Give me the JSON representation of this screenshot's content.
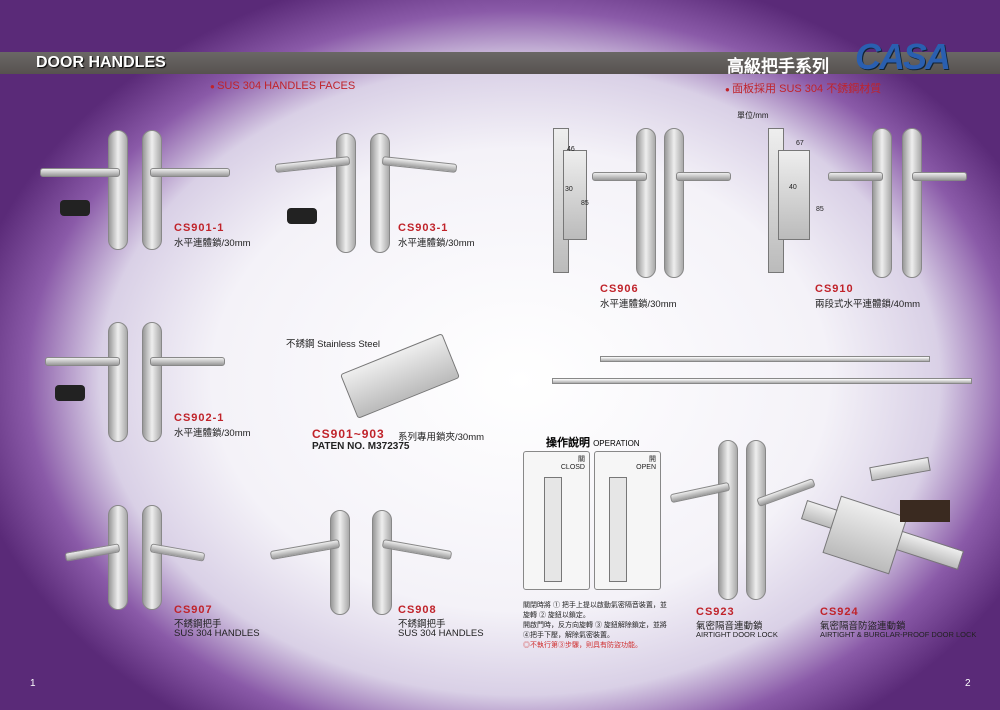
{
  "header": {
    "title": "DOOR HANDLES",
    "title_cn": "高級把手系列",
    "logo": "CASA"
  },
  "subtitles": {
    "left": "SUS 304 HANDLES FACES",
    "right": "面板採用 SUS 304 不銹鋼材質",
    "unit": "單位/mm"
  },
  "products": [
    {
      "code": "CS901-1",
      "desc": "水平連體鎖/30mm"
    },
    {
      "code": "CS903-1",
      "desc": "水平連體鎖/30mm"
    },
    {
      "code": "CS906",
      "desc": "水平連體鎖/30mm"
    },
    {
      "code": "CS910",
      "desc": "兩段式水平連體鎖/40mm"
    },
    {
      "code": "CS902-1",
      "desc": "水平連體鎖/30mm"
    },
    {
      "code": "CS901~903",
      "desc": "系列專用鎖夾/30mm",
      "patent": "PATEN NO. M372375",
      "material": "不銹鋼 Stainless Steel"
    },
    {
      "code": "CS907",
      "desc": "不銹鋼把手",
      "desc2": "SUS 304 HANDLES"
    },
    {
      "code": "CS908",
      "desc": "不銹鋼把手",
      "desc2": "SUS 304 HANDLES"
    },
    {
      "code": "CS923",
      "desc": "氣密隔音連動鎖",
      "desc2": "AIRTIGHT DOOR LOCK"
    },
    {
      "code": "CS924",
      "desc": "氣密隔音防盜連動鎖",
      "desc2": "AIRTIGHT & BURGLAR-PROOF DOOR LOCK"
    }
  ],
  "dims": {
    "cs906": [
      "46",
      "30",
      "85"
    ],
    "cs910": [
      "67",
      "40",
      "85"
    ]
  },
  "operation": {
    "title": "操作說明",
    "title_en": "OPERATION",
    "closed_cn": "關",
    "closed_en": "CLOSD",
    "open_cn": "開",
    "open_en": "OPEN",
    "text1": "關閉時將 ① 把手上提以啟動氣密隔音裝置，並旋轉 ② 旋鈕以鎖定。",
    "text2": "開啟門時，反方向旋轉 ③ 旋鈕解除鎖定，並將 ④把手下壓，解除氣密裝置。",
    "note": "◎不執行第③步驟，則具有防盜功能。"
  },
  "pages": {
    "left": "1",
    "right": "2"
  }
}
